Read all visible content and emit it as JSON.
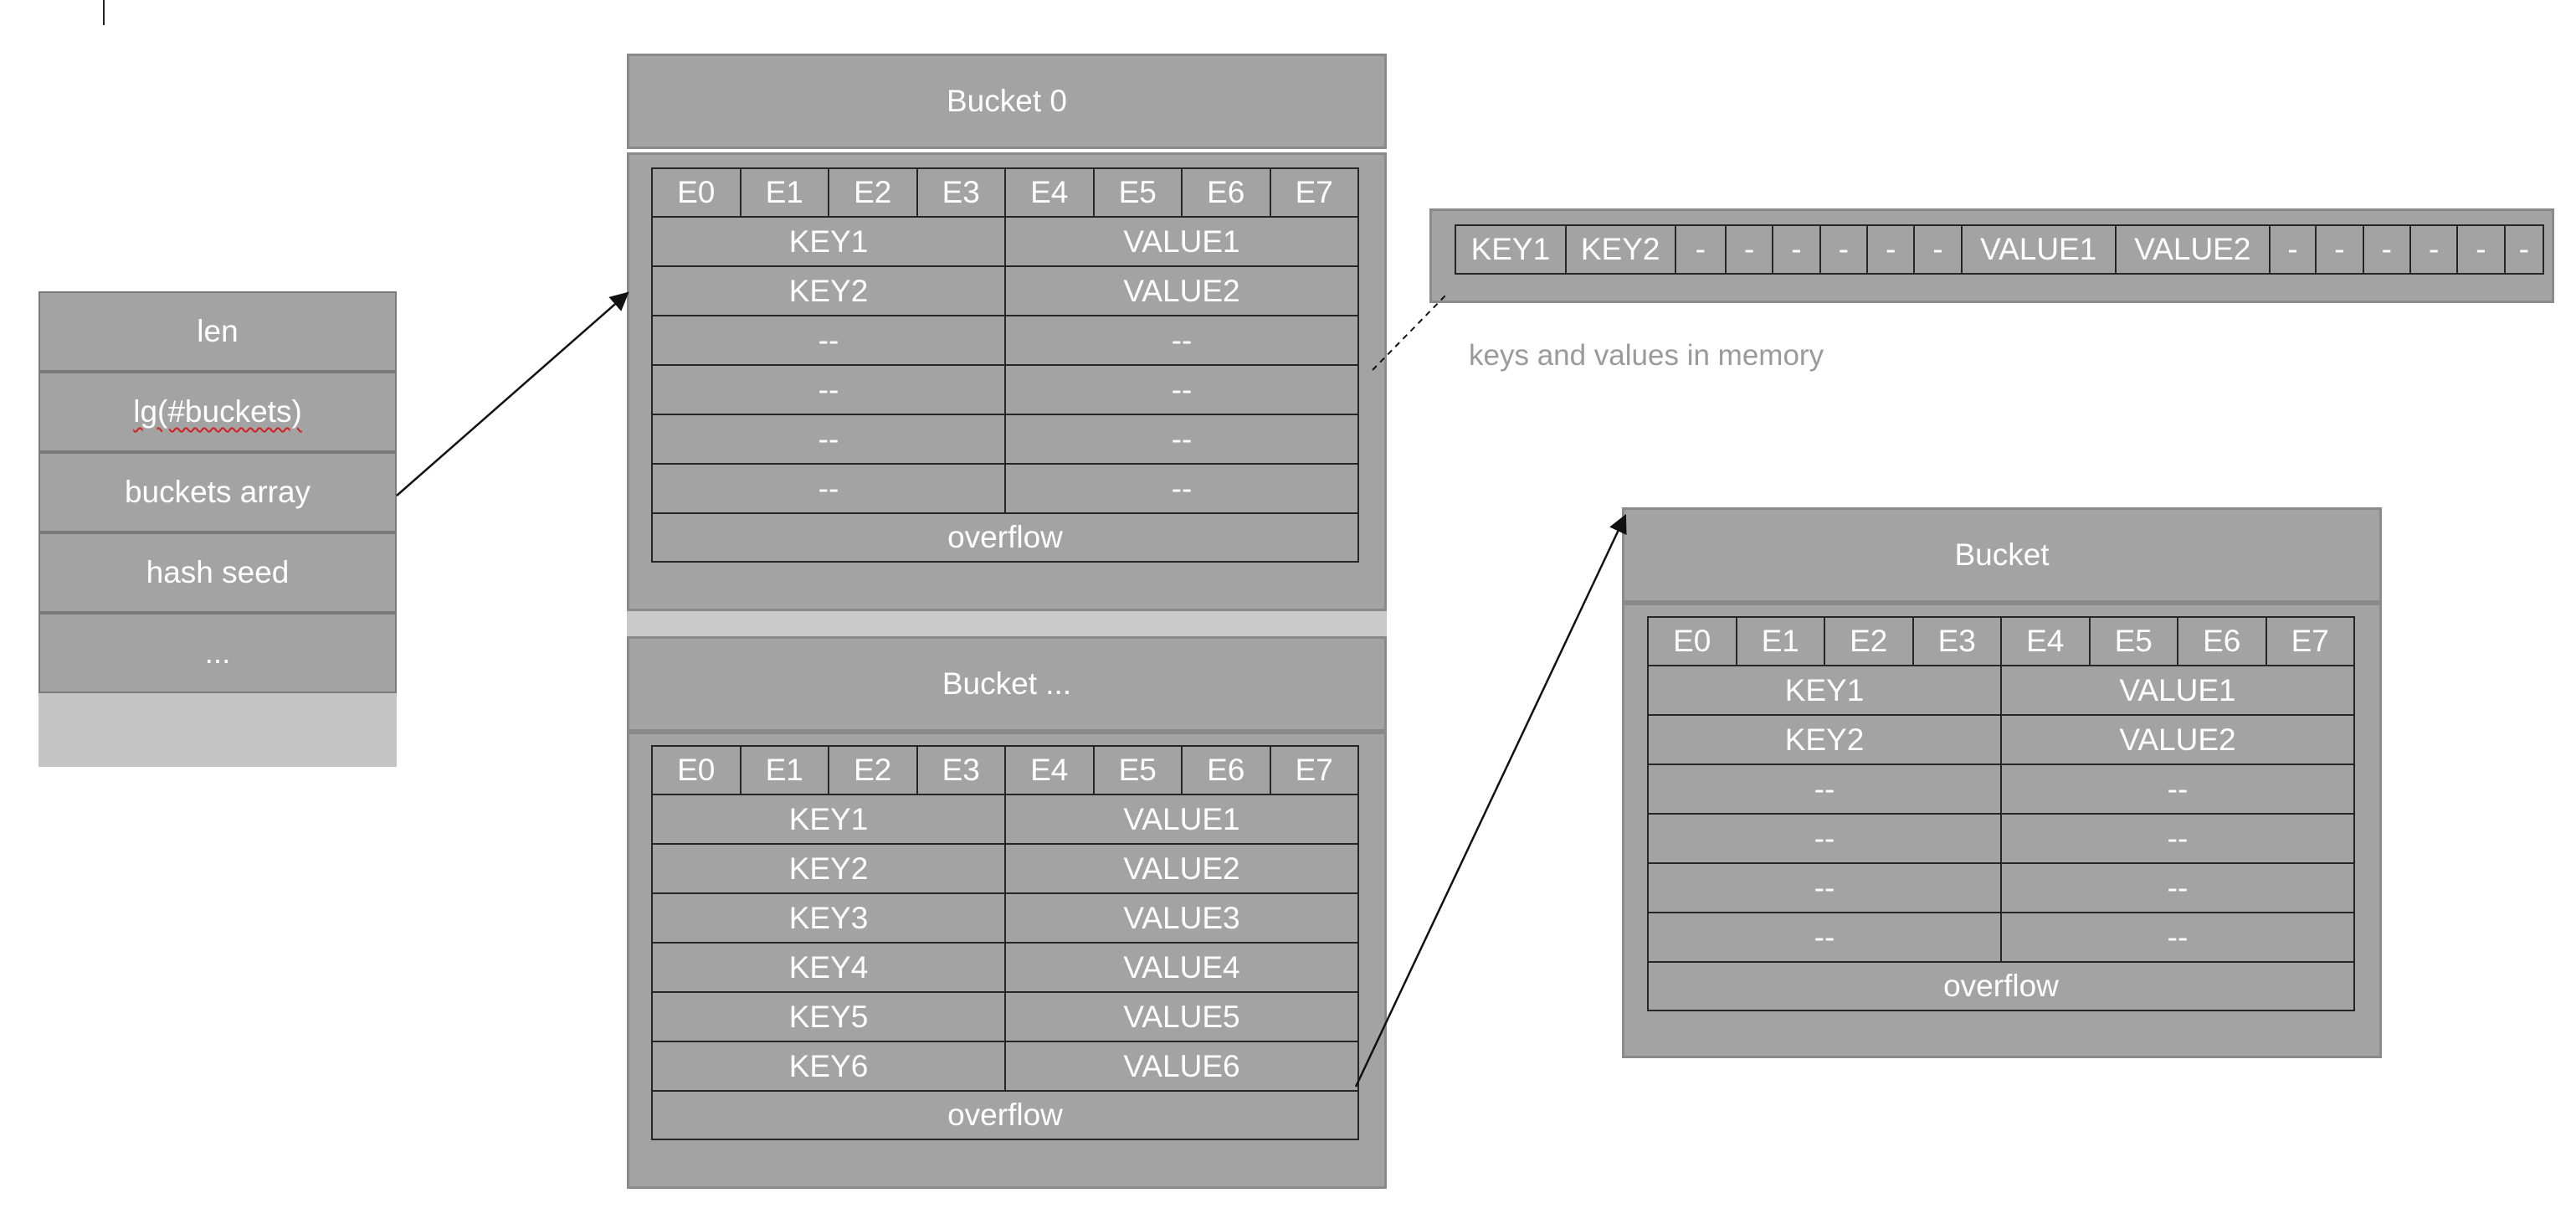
{
  "hmap": {
    "fields": [
      "len",
      "lg(#buckets)",
      "buckets array",
      "hash seed",
      "..."
    ]
  },
  "slot_headers": [
    "E0",
    "E1",
    "E2",
    "E3",
    "E4",
    "E5",
    "E6",
    "E7"
  ],
  "bucket0": {
    "title": "Bucket 0",
    "rows": [
      {
        "key": "KEY1",
        "value": "VALUE1"
      },
      {
        "key": "KEY2",
        "value": "VALUE2"
      },
      {
        "key": "--",
        "value": "--"
      },
      {
        "key": "--",
        "value": "--"
      },
      {
        "key": "--",
        "value": "--"
      },
      {
        "key": "--",
        "value": "--"
      }
    ],
    "overflow": "overflow"
  },
  "bucketN": {
    "title": "Bucket ...",
    "rows": [
      {
        "key": "KEY1",
        "value": "VALUE1"
      },
      {
        "key": "KEY2",
        "value": "VALUE2"
      },
      {
        "key": "KEY3",
        "value": "VALUE3"
      },
      {
        "key": "KEY4",
        "value": "VALUE4"
      },
      {
        "key": "KEY5",
        "value": "VALUE5"
      },
      {
        "key": "KEY6",
        "value": "VALUE6"
      }
    ],
    "overflow": "overflow"
  },
  "overflow_bucket": {
    "title": "Bucket",
    "rows": [
      {
        "key": "KEY1",
        "value": "VALUE1"
      },
      {
        "key": "KEY2",
        "value": "VALUE2"
      },
      {
        "key": "--",
        "value": "--"
      },
      {
        "key": "--",
        "value": "--"
      },
      {
        "key": "--",
        "value": "--"
      },
      {
        "key": "--",
        "value": "--"
      }
    ],
    "overflow": "overflow"
  },
  "memory": {
    "cells": [
      "KEY1",
      "KEY2",
      "-",
      "-",
      "-",
      "-",
      "-",
      "-",
      "VALUE1",
      "VALUE2",
      "-",
      "-",
      "-",
      "-",
      "-",
      "-"
    ],
    "caption": "keys and values in memory"
  },
  "colors": {
    "box_fill": "#a3a3a3",
    "box_border": "#8a8a8a",
    "cell_border": "#262626",
    "caption": "#9a9a9a"
  }
}
